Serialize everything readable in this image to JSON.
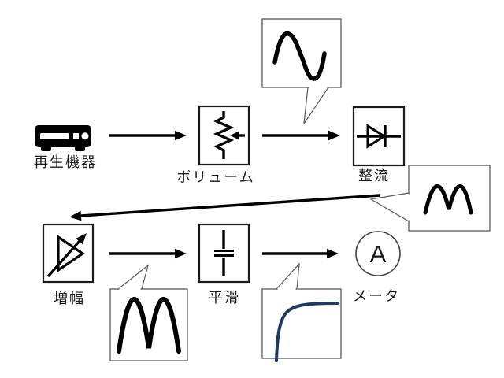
{
  "diagram": {
    "colors": {
      "ink": "#000000",
      "box_border": "#1a1a1a",
      "callout_border": "#595959",
      "smoothed_curve": "#1f3864",
      "background": "#ffffff"
    },
    "nodes": {
      "playback": {
        "label": "再生機器",
        "icon": "audio-player-icon"
      },
      "volume": {
        "label": "ボリューム",
        "icon": "potentiometer-icon"
      },
      "rectifier": {
        "label": "整流",
        "icon": "diode-icon"
      },
      "amplifier": {
        "label": "増幅",
        "icon": "variable-amplifier-icon"
      },
      "smoothing": {
        "label": "平滑",
        "icon": "capacitor-icon"
      },
      "meter": {
        "label": "メータ",
        "symbol": "A",
        "icon": "ammeter-circle-icon"
      }
    },
    "callouts": {
      "sine": {
        "icon": "sine-wave-icon"
      },
      "rectified": {
        "icon": "rectified-wave-icon"
      },
      "amplified_rectified": {
        "icon": "rectified-wave-icon"
      },
      "smoothed": {
        "icon": "smoothed-rise-curve-icon"
      }
    }
  }
}
